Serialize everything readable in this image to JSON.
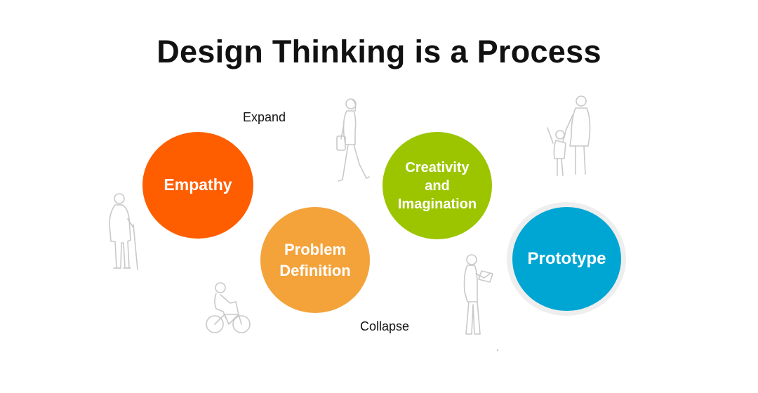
{
  "title": "Design Thinking is a Process",
  "annotations": {
    "expand": "Expand",
    "collapse": "Collapse"
  },
  "stages": {
    "empathy": {
      "label": "Empathy",
      "color": "#ff5e00"
    },
    "problem_definition": {
      "line1": "Problem",
      "line2": "Definition",
      "color": "#f4a23a"
    },
    "creativity": {
      "line1": "Creativity",
      "line2": "and",
      "line3": "Imagination",
      "color": "#9cc500"
    },
    "prototype": {
      "label": "Prototype",
      "color": "#00a6d3"
    }
  },
  "silhouette_icons": [
    "elderly-man-with-cane-icon",
    "walking-woman-with-bag-icon",
    "child-on-bicycle-icon",
    "person-reading-book-icon",
    "mother-and-child-icon"
  ]
}
